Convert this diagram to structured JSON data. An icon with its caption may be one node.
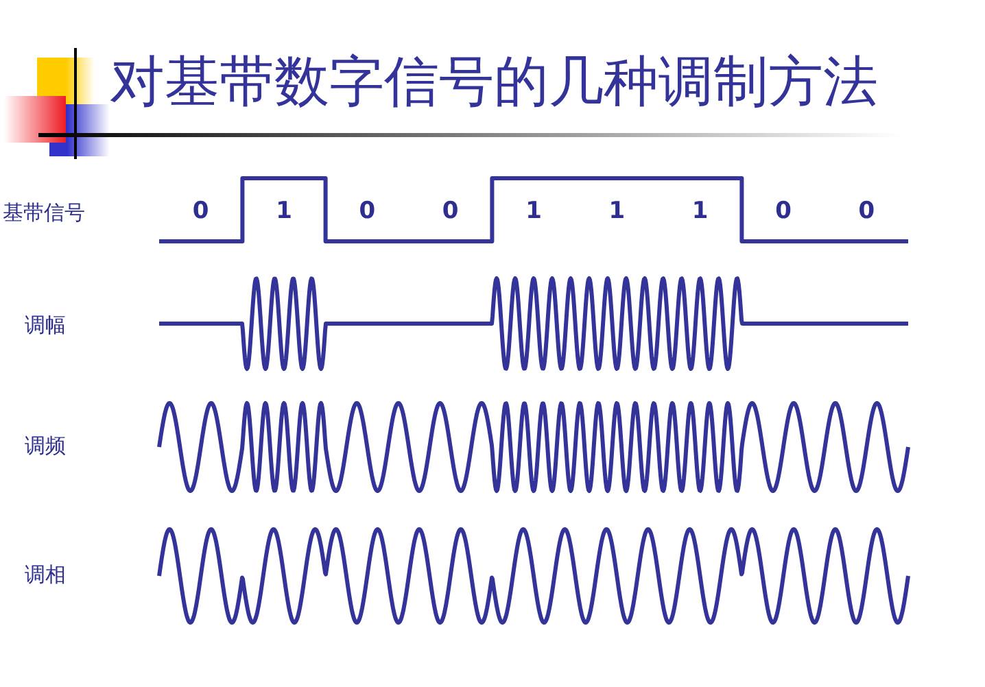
{
  "diagram": {
    "title": "对基带数字信号的几种调制方法",
    "labels": [
      "基带信号",
      "0",
      "1",
      "0",
      "0",
      "1",
      "1",
      "1",
      "0",
      "0",
      "调幅",
      "调频",
      "调相"
    ]
  }
}
